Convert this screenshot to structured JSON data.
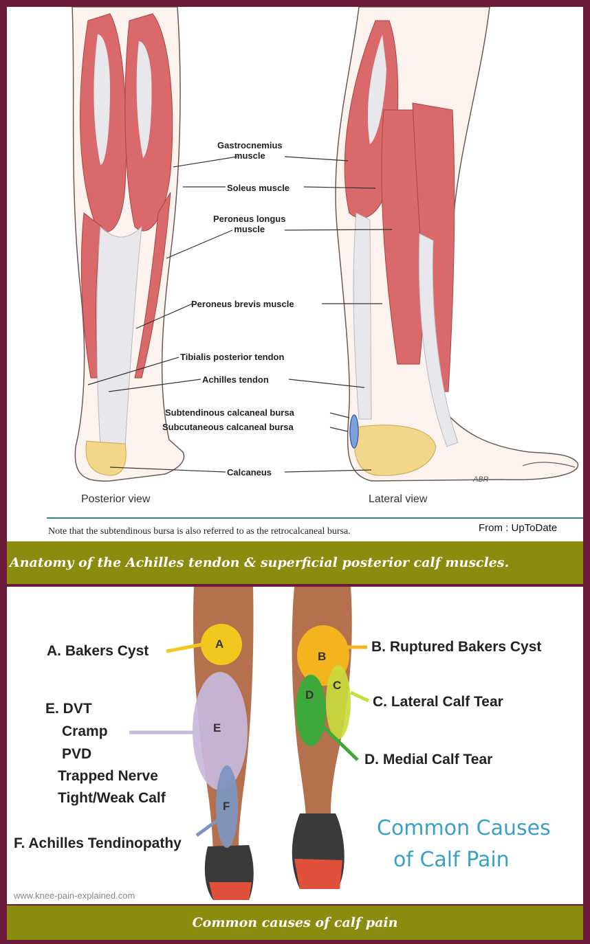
{
  "anatomy": {
    "labels": {
      "gastrocnemius": "Gastrocnemius\nmuscle",
      "soleus": "Soleus muscle",
      "peroneus_longus": "Peroneus longus\nmuscle",
      "peroneus_brevis": "Peroneus brevis muscle",
      "tibialis_posterior": "Tibialis posterior tendon",
      "achilles": "Achilles tendon",
      "subtendinous_bursa": "Subtendinous calcaneal bursa",
      "subcutaneous_bursa": "Subcutaneous calcaneal bursa",
      "calcaneus": "Calcaneus"
    },
    "views": {
      "posterior": "Posterior view",
      "lateral": "Lateral view"
    },
    "signature": "ABR",
    "note": "Note that the subtendinous bursa is also referred to as the retrocalcaneal bursa.",
    "source": "From : UpToDate",
    "caption": "Anatomy of the Achilles tendon  & superficial posterior calf muscles."
  },
  "causes": {
    "labels": {
      "a": "A. Bakers Cyst",
      "b": "B. Ruptured Bakers Cyst",
      "c": "C. Lateral Calf Tear",
      "d": "D. Medial Calf Tear",
      "e_lines": [
        "E. DVT",
        "Cramp",
        "PVD",
        "Trapped Nerve",
        "Tight/Weak Calf"
      ],
      "f": "F. Achilles Tendinopathy"
    },
    "blobs": {
      "a": "A",
      "b": "B",
      "c": "C",
      "d": "D",
      "e": "E",
      "f": "F"
    },
    "title_lines": [
      "Common Causes",
      "of Calf Pain"
    ],
    "site": "www.knee-pain-explained.com",
    "caption": "Common causes of calf pain"
  },
  "colors": {
    "frame": "#6b1a3a",
    "banner": "#8a8c10",
    "muscle": "#d9696a",
    "tendon": "#e8e8ec",
    "bone": "#f2d68a",
    "skin": "#b5714e",
    "cyst_a": "#f2c81e",
    "cyst_b": "#f4b41e",
    "tear_c": "#c8dc3a",
    "tear_d": "#3ea83a",
    "zone_e": "#c8b8dc",
    "zone_f": "#7f95c0",
    "title": "#3aa0c8"
  }
}
